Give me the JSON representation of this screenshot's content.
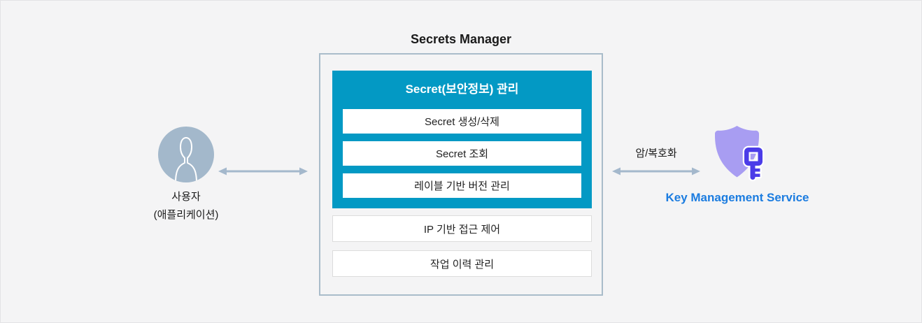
{
  "colors": {
    "page_bg": "#f4f4f5",
    "page_border": "#e3e3e5",
    "container_border": "#a9bcca",
    "teal": "#0399c4",
    "box_border": "#dcdcdc",
    "arrow": "#a4b8cc",
    "avatar": "#a3b8cb",
    "shield": "#a89df2",
    "key": "#4b3ce8",
    "kms_text": "#1b7ce0",
    "text": "#1a1a1a"
  },
  "secrets_manager": {
    "title": "Secrets Manager",
    "secret_management": {
      "header": "Secret(보안정보) 관리",
      "items": [
        "Secret 생성/삭제",
        "Secret 조회",
        "레이블 기반 버전 관리"
      ]
    },
    "features": [
      "IP 기반 접근 제어",
      "작업 이력 관리"
    ]
  },
  "user": {
    "label_line1": "사용자",
    "label_line2": "(애플리케이션)"
  },
  "kms": {
    "label": "Key Management Service"
  },
  "connections": {
    "left_arrow": "bidirectional",
    "right_arrow": "bidirectional",
    "right_arrow_label": "암/복호화"
  },
  "icons": {
    "user": "user-silhouette-avatar",
    "kms": "shield-with-key"
  }
}
